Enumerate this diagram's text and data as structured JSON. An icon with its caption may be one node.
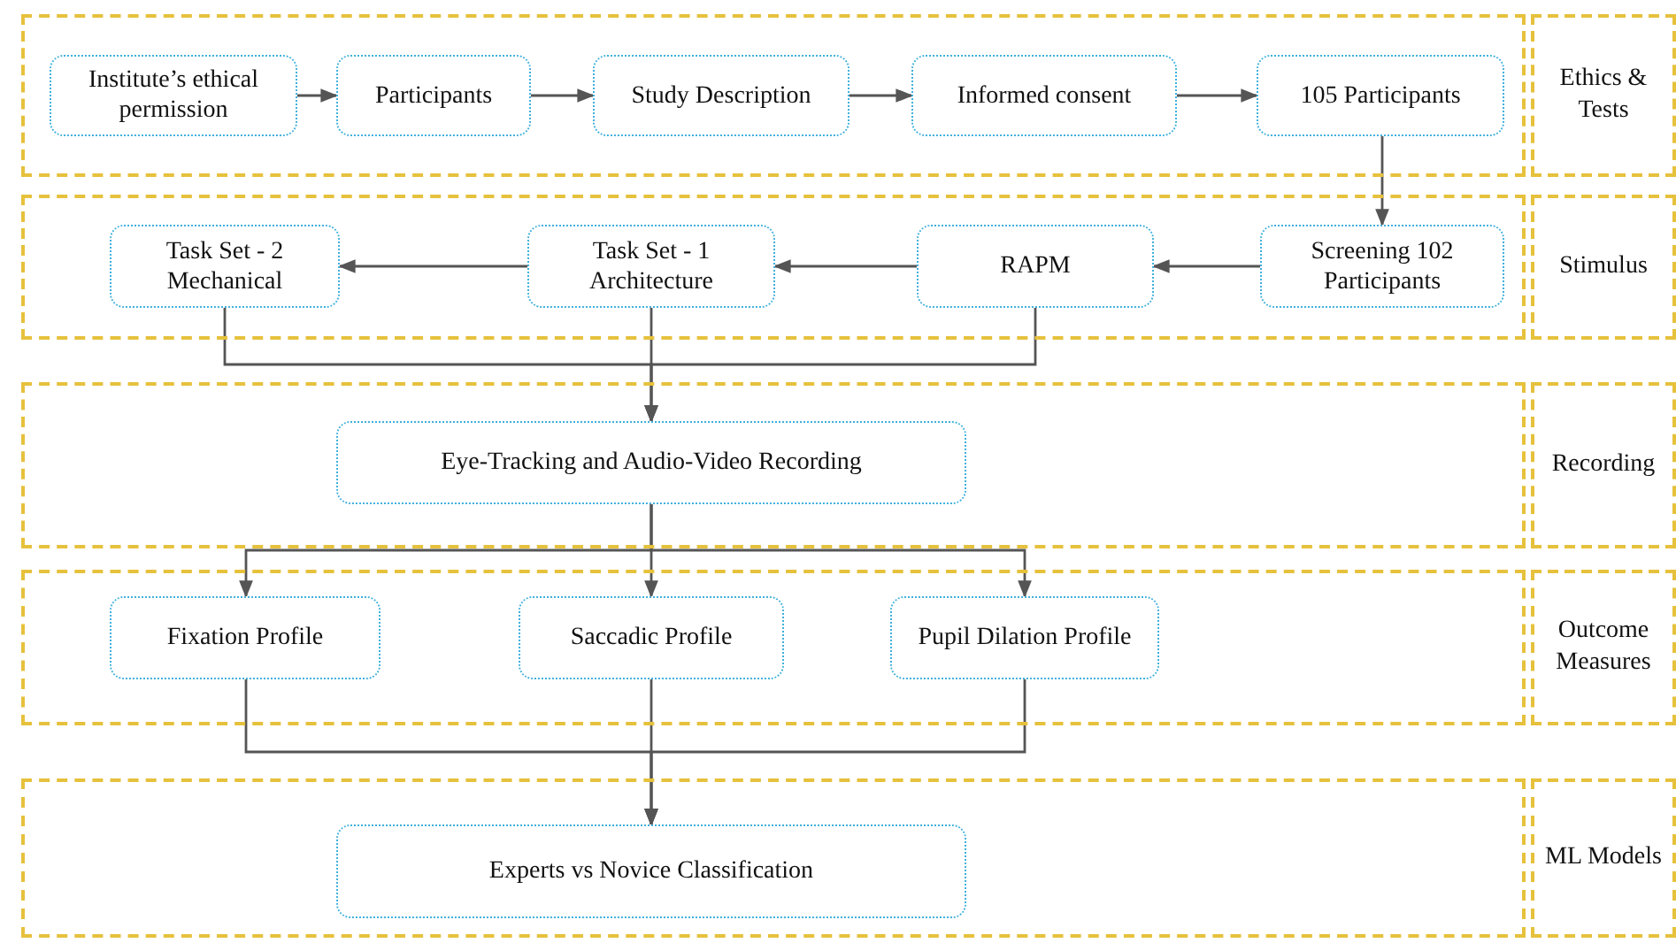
{
  "diagram": {
    "nodes": [
      {
        "text": [],
        "shape": "box"
      },
      {
        "text": [
          "Institute’s ethical permission"
        ],
        "in": 0
      },
      {
        "text": [
          "Participants"
        ],
        "in": 0
      },
      {
        "text": [
          "Study Description"
        ],
        "in": 0
      },
      {
        "text": [
          "Informed consent"
        ],
        "in": 0
      },
      {
        "text": [
          "105 Participants"
        ],
        "in": 0
      },
      {
        "text": [
          "Ethics & Tests"
        ]
      },
      {
        "text": [],
        "shape": "box"
      },
      {
        "text": [
          "Task Set - 2 Mechanical"
        ],
        "in": 7
      },
      {
        "text": [
          "Task Set - 1 Architecture"
        ],
        "in": 7
      },
      {
        "text": [
          "RAPM"
        ],
        "in": 7
      },
      {
        "text": [
          "Screening 102 Participants"
        ],
        "in": 7
      },
      {
        "text": [
          "Stimulus"
        ]
      },
      {
        "text": [],
        "shape": "box"
      },
      {
        "text": [
          "Eye-Tracking and Audio-Video Recording"
        ],
        "in": 13
      },
      {
        "text": [
          "Recording"
        ]
      },
      {
        "text": [],
        "shape": "box"
      },
      {
        "text": [
          "Fixation Profile"
        ],
        "in": 16
      },
      {
        "text": [
          "Saccadic Profile"
        ],
        "in": 16
      },
      {
        "text": [
          "Pupil Dilation Profile"
        ],
        "in": 16
      },
      {
        "text": [
          "Outcome Measures"
        ]
      },
      {
        "text": [],
        "shape": "box"
      },
      {
        "text": [
          "Experts vs Novice Classification"
        ],
        "in": 21
      },
      {
        "text": [
          "ML Models"
        ]
      }
    ],
    "edges": [
      {
        "from": 1,
        "to": 2,
        "arrow": "to"
      },
      {
        "from": 2,
        "to": 3,
        "arrow": "to"
      },
      {
        "from": 3,
        "to": 4,
        "arrow": "to"
      },
      {
        "from": 4,
        "to": 5,
        "arrow": "to"
      },
      {
        "from": 5,
        "to": 11,
        "arrow": "to"
      },
      {
        "from": 11,
        "to": 10,
        "arrow": "to"
      },
      {
        "from": 10,
        "to": 9,
        "arrow": "to"
      },
      {
        "from": 9,
        "to": 8,
        "arrow": "to"
      },
      {
        "from": 8,
        "to": 14,
        "arrow": "to"
      },
      {
        "from": 9,
        "to": 14,
        "arrow": "to"
      },
      {
        "from": 10,
        "to": 14,
        "arrow": "to"
      },
      {
        "from": 14,
        "to": 17,
        "arrow": "to"
      },
      {
        "from": 14,
        "to": 18,
        "arrow": "to"
      },
      {
        "from": 14,
        "to": 19,
        "arrow": "to"
      },
      {
        "from": 17,
        "to": 22,
        "arrow": "to"
      },
      {
        "from": 18,
        "to": 22,
        "arrow": "to"
      },
      {
        "from": 19,
        "to": 22,
        "arrow": "to"
      }
    ]
  }
}
